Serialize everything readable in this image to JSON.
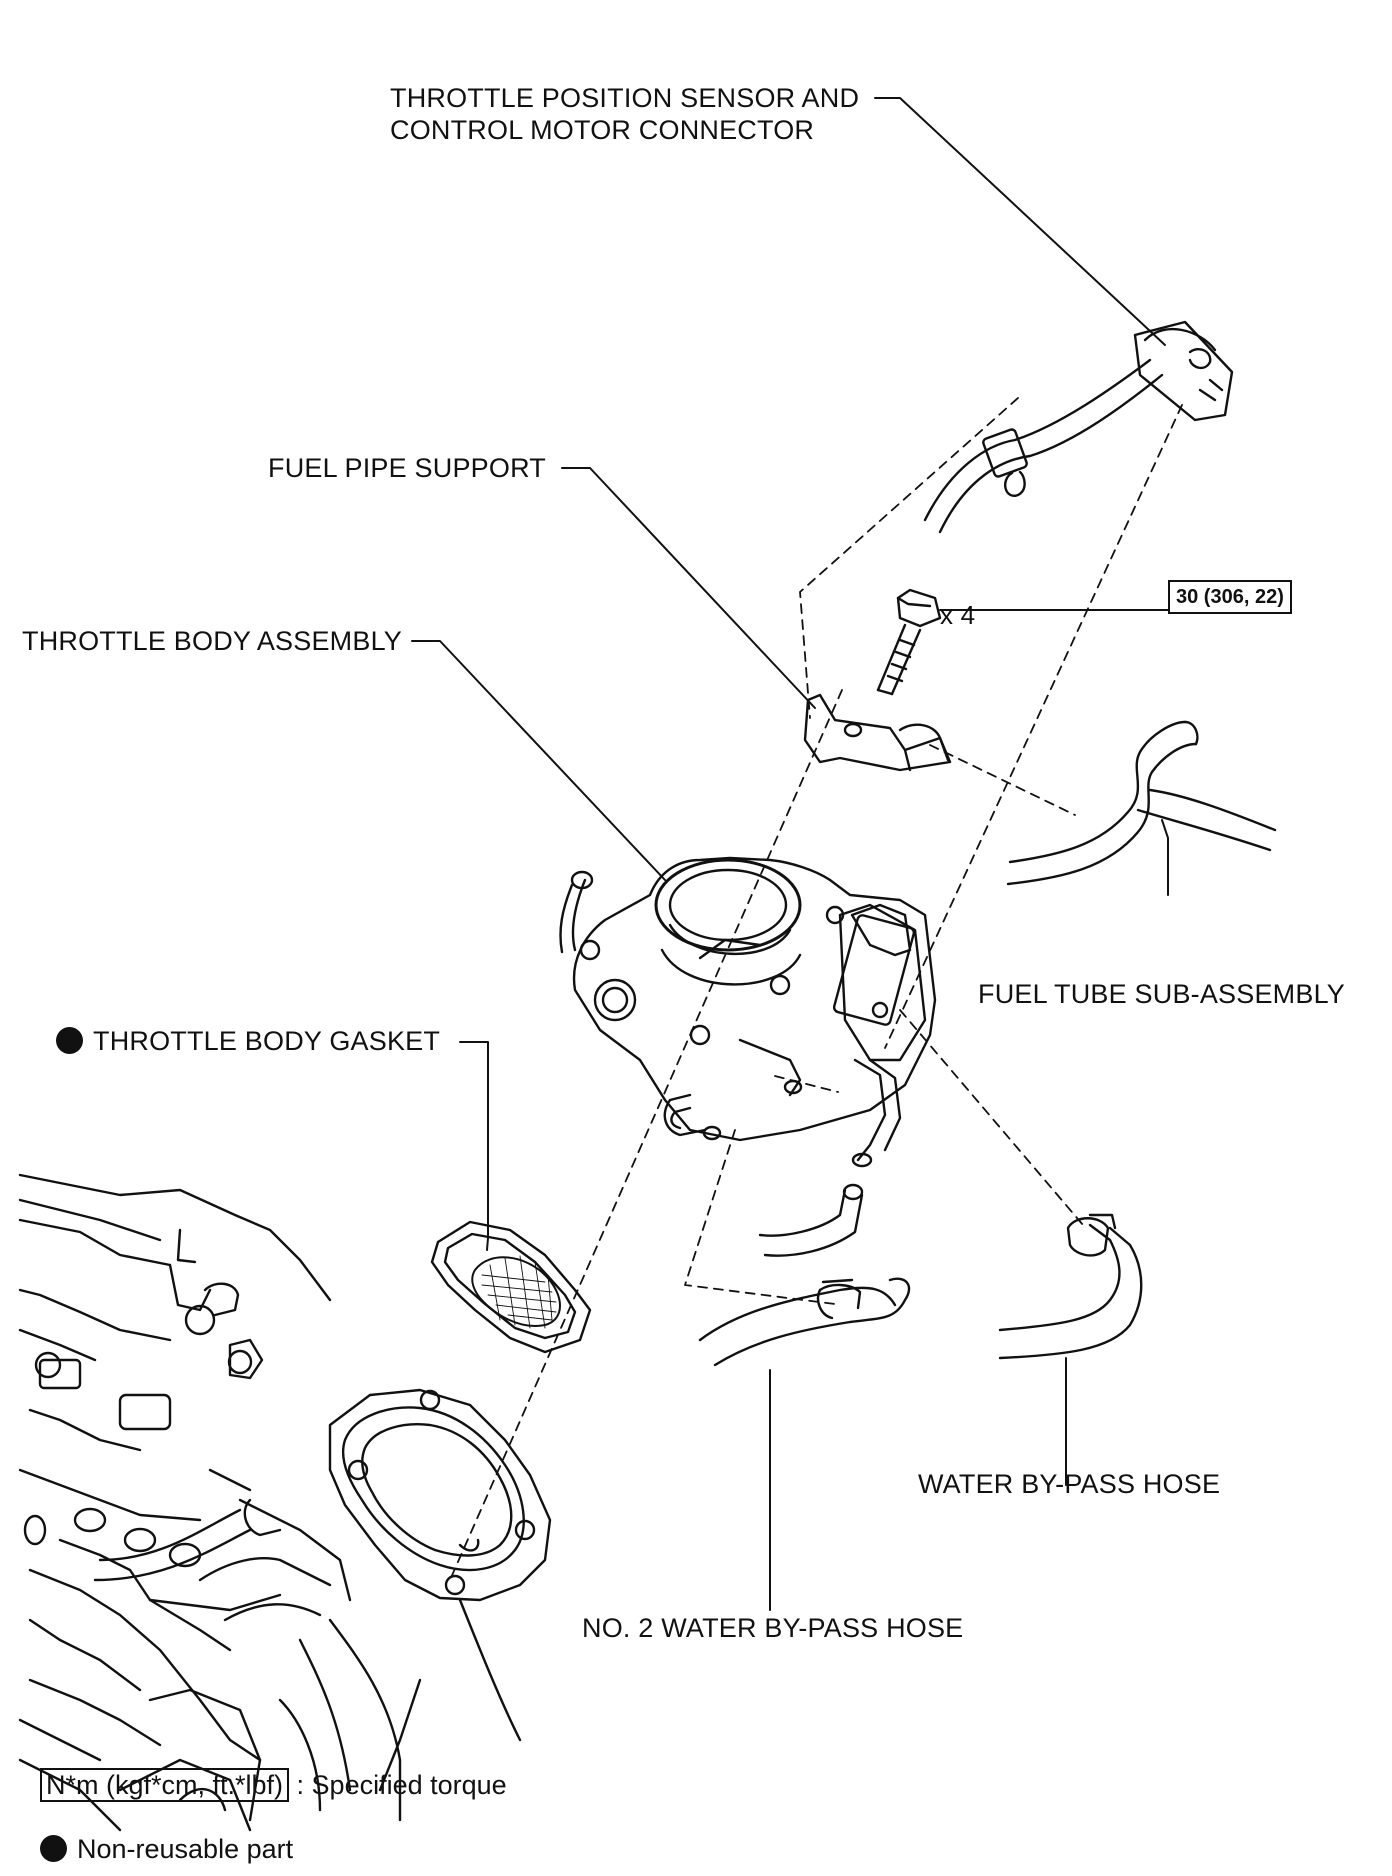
{
  "labels": {
    "throttle_sensor_line1": "THROTTLE POSITION SENSOR AND",
    "throttle_sensor_line2": "CONTROL MOTOR CONNECTOR",
    "fuel_pipe_support": "FUEL PIPE SUPPORT",
    "throttle_body_assembly": "THROTTLE BODY ASSEMBLY",
    "throttle_body_gasket": "THROTTLE BODY GASKET",
    "fuel_tube": "FUEL TUBE SUB-ASSEMBLY",
    "water_bypass_hose": "WATER BY-PASS HOSE",
    "no2_water_bypass_hose": "NO. 2 WATER BY-PASS HOSE",
    "bolt_qty": "x 4"
  },
  "torque": {
    "value": "30 (306, 22)"
  },
  "legend": {
    "torque_unit": "N*m (kgf*cm, ft.*lbf)",
    "torque_text": ": Specified torque",
    "nonreusable_text": "Non-reusable part"
  },
  "icons": {
    "nonreusable": "filled-circle-icon"
  }
}
